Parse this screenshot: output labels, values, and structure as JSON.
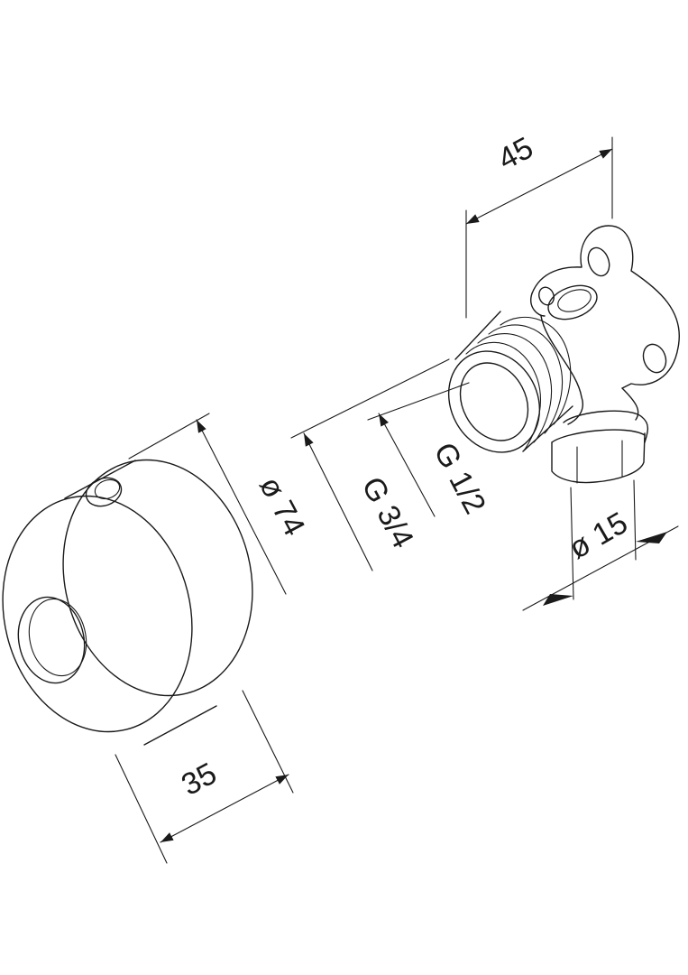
{
  "dimensions": {
    "top_width": "45",
    "outlet_diameter": "ø 15",
    "thread_small": "G 1/2",
    "thread_large": "G 3/4",
    "rosette_diameter": "ø 74",
    "rosette_depth": "35"
  }
}
